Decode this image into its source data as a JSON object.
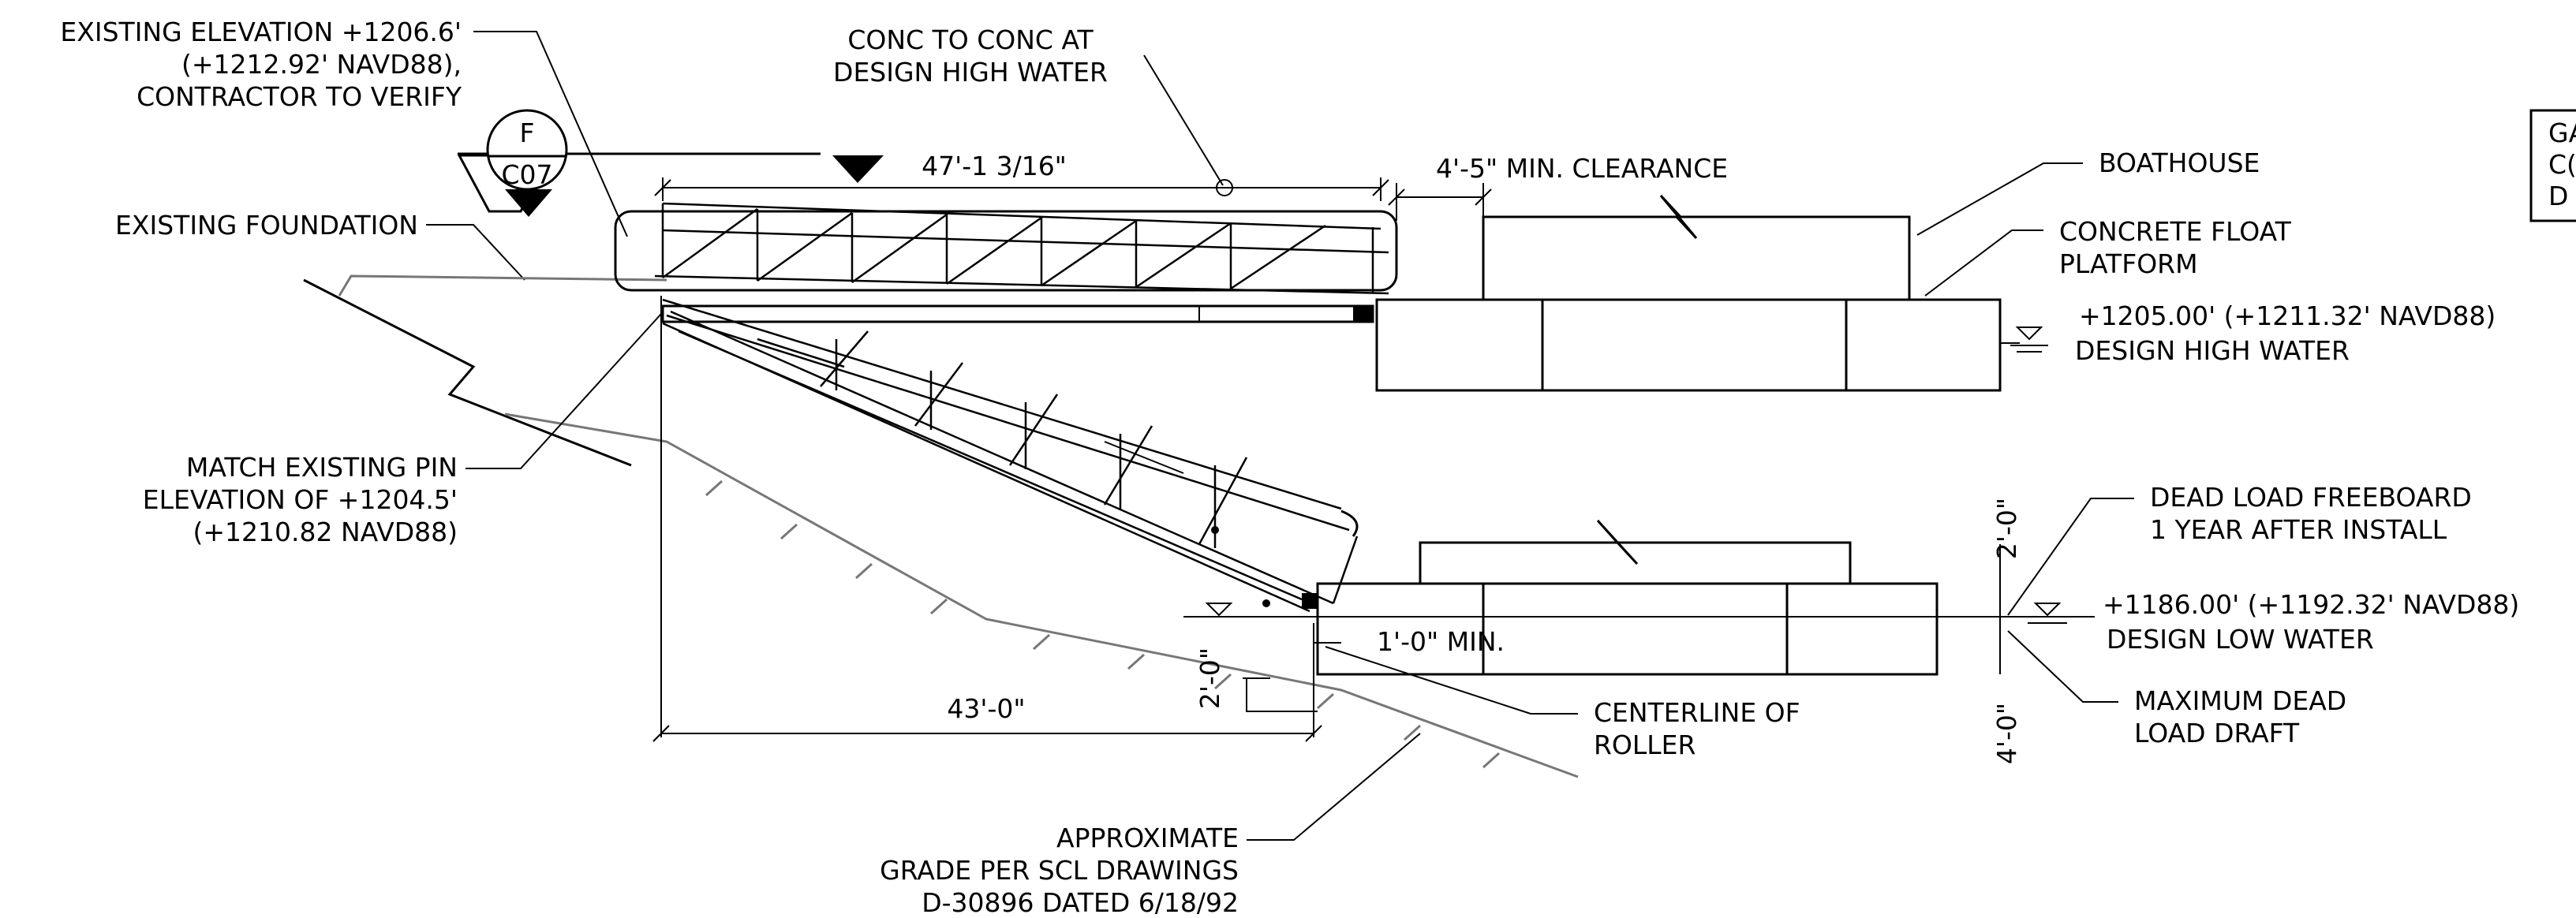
{
  "labels": {
    "existing_elevation_1": "EXISTING ELEVATION +1206.6'",
    "existing_elevation_2": "(+1212.92' NAVD88),",
    "existing_elevation_3": "CONTRACTOR TO VERIFY",
    "conc_to_conc_1": "CONC TO CONC AT",
    "conc_to_conc_2": "DESIGN HIGH WATER",
    "existing_foundation": "EXISTING FOUNDATION",
    "boathouse": "BOATHOUSE",
    "concrete_float_1": "CONCRETE FLOAT",
    "concrete_float_2": "PLATFORM",
    "high_water_elev": "+1205.00' (+1211.32' NAVD88)",
    "high_water_label": "DESIGN HIGH WATER",
    "match_pin_1": "MATCH EXISTING PIN",
    "match_pin_2": "ELEVATION OF +1204.5'",
    "match_pin_3": "(+1210.82 NAVD88)",
    "dead_load_freeboard_1": "DEAD LOAD FREEBOARD",
    "dead_load_freeboard_2": "1 YEAR AFTER INSTALL",
    "low_water_elev": "+1186.00' (+1192.32' NAVD88)",
    "low_water_label": "DESIGN LOW WATER",
    "max_dead_load_1": "MAXIMUM DEAD",
    "max_dead_load_2": "LOAD DRAFT",
    "centerline_roller_1": "CENTERLINE OF",
    "centerline_roller_2": "ROLLER",
    "approx_grade_1": "APPROXIMATE",
    "approx_grade_2": "GRADE PER SCL DRAWINGS",
    "approx_grade_3": "D-30896 DATED 6/18/92",
    "partial_note_1": "GA",
    "partial_note_2": "C(",
    "partial_note_3": "D"
  },
  "dimensions": {
    "bridge_length": "47'-1 3/16\"",
    "min_clearance": "4'-5\" MIN. CLEARANCE",
    "horizontal_run": "43'-0\"",
    "freeboard": "2'-0\"",
    "roller_min": "1'-0\" MIN.",
    "roller_offset": "2'-0\"",
    "draft": "4'-0\""
  },
  "section_marker": {
    "letter": "F",
    "sheet": "C07"
  }
}
